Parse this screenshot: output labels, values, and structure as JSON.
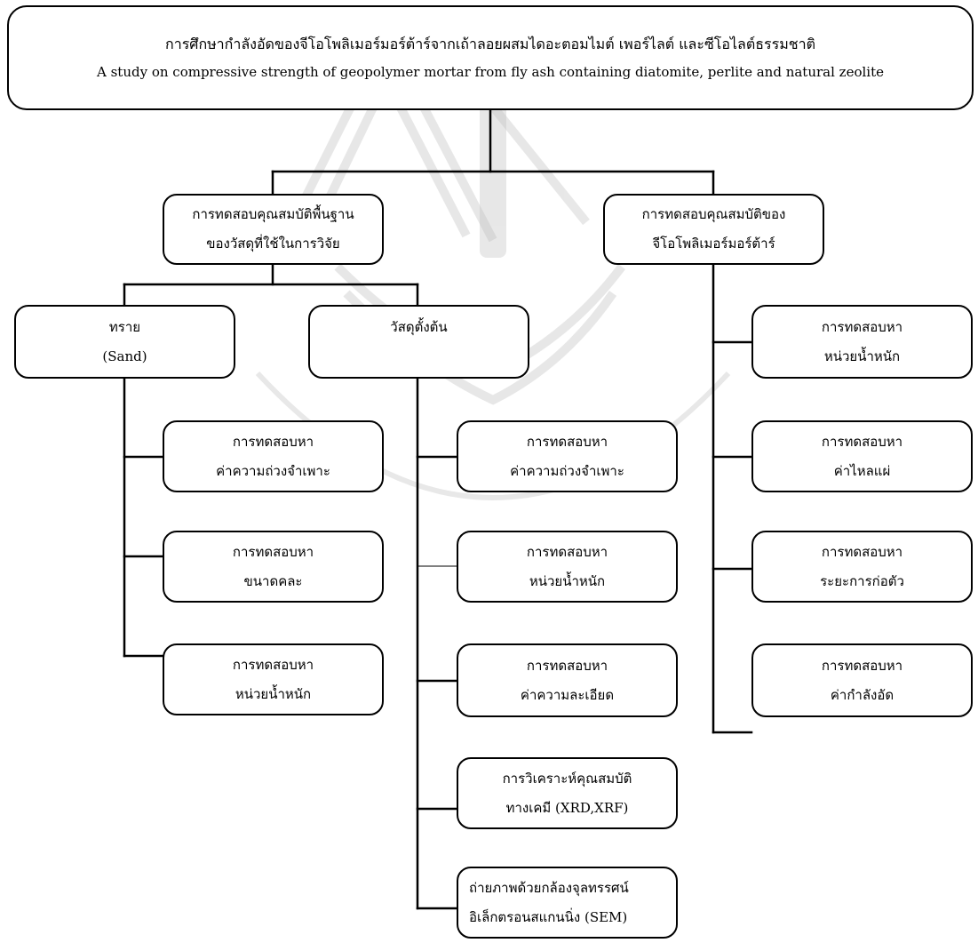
{
  "title": {
    "thai": "การศึกษากำลังอัดของจีโอโพลิเมอร์มอร์ต้าร์จากเถ้าลอยผสมไดอะตอมไมต์ เพอร์ไลต์ และซีโอไลต์ธรรมชาติ",
    "english": "A study on compressive strength of geopolymer mortar from fly ash containing  diatomite, perlite and natural zeolite"
  },
  "branches": {
    "basic_properties": {
      "line1": "การทดสอบคุณสมบัติพื้นฐาน",
      "line2": "ของวัสดุที่ใช้ในการวิจัย"
    },
    "mortar_properties": {
      "line1": "การทดสอบคุณสมบัติของ",
      "line2": "จีโอโพลิเมอร์มอร์ต้าร์"
    }
  },
  "sand": {
    "line1": "ทราย",
    "line2": "(Sand)",
    "tests": [
      {
        "line1": "การทดสอบหา",
        "line2": "ค่าความถ่วงจำเพาะ"
      },
      {
        "line1": "การทดสอบหา",
        "line2": "ขนาดคละ"
      },
      {
        "line1": "การทดสอบหา",
        "line2": "หน่วยน้ำหนัก"
      }
    ]
  },
  "raw_materials": {
    "label": "วัสดุตั้งต้น",
    "tests": [
      {
        "line1": "การทดสอบหา",
        "line2": "ค่าความถ่วงจำเพาะ"
      },
      {
        "line1": "การทดสอบหา",
        "line2": "หน่วยน้ำหนัก"
      },
      {
        "line1": "การทดสอบหา",
        "line2": "ค่าความละเอียด"
      },
      {
        "line1": "การวิเคราะห์คุณสมบัติ",
        "line2": "ทางเคมี (XRD,XRF)"
      },
      {
        "line1": "ถ่ายภาพด้วยกล้องจุลทรรศน์",
        "line2": "อิเล็กตรอนสแกนนิ่ง (SEM)"
      }
    ]
  },
  "mortar_tests": [
    {
      "line1": "การทดสอบหา",
      "line2": "หน่วยน้ำหนัก"
    },
    {
      "line1": "การทดสอบหา",
      "line2": "ค่าไหลแผ่"
    },
    {
      "line1": "การทดสอบหา",
      "line2": "ระยะการก่อตัว"
    },
    {
      "line1": "การทดสอบหา",
      "line2": "ค่ากำลังอัด"
    }
  ],
  "colors": {
    "stroke": "#000000",
    "background": "#ffffff",
    "watermark": "#bdbdbd"
  }
}
